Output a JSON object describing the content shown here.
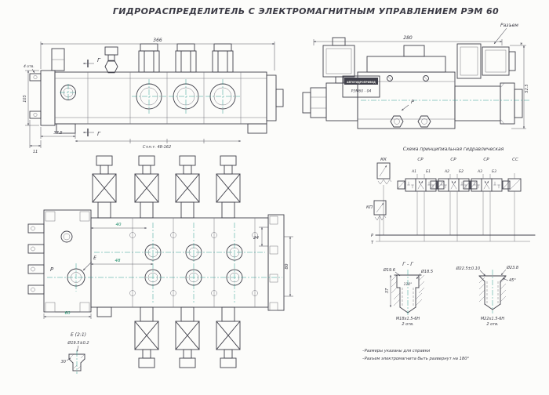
{
  "title": "ГИДРОРАСПРЕДЕЛИТЕЛЬ  С ЭЛЕКТРОМАГНИТНЫМ УПРАВЛЕНИЕМ РЭМ 60",
  "colors": {
    "line": "#40404a",
    "centerline": "#2a9d8f",
    "dim_accent": "#1e8e6a",
    "paper": "#fcfcfa"
  },
  "front_view": {
    "dim_total": "366",
    "dim_height": "105",
    "dim_offset": "37.5",
    "dim_edge": "11",
    "dim_pitch": "С+п.т. 48-162",
    "section_mark_top": "Г",
    "section_mark_bottom": "Г",
    "holes": "4 отв."
  },
  "side_view": {
    "dim_width": "280",
    "connector": "Разъем",
    "asterisk": "*",
    "dim_height": "52.5",
    "port_p": "Р",
    "nameplate_brand": "АВТОГИДРОПРИВОД",
    "nameplate_model": "РЭМ60 - 04"
  },
  "schematic": {
    "title": "Схема принципиальная гидравлическая",
    "labels": {
      "kk": "КК",
      "cp1": "СР",
      "cp2": "СР",
      "cp3": "СР",
      "cc": "СС",
      "kp": "КП"
    },
    "ports": [
      "А1",
      "Б1",
      "А2",
      "Б2",
      "А3",
      "Б3"
    ],
    "line_p": "Р",
    "line_t": "Т"
  },
  "top_view": {
    "dim_40": "40",
    "dim_48": "48",
    "dim_60": "60",
    "dim_24": "24",
    "dim_80": "80",
    "port_p": "Р",
    "detail_mark": "Е"
  },
  "detail_e": {
    "title": "Е (2:1)",
    "diameter": "Ø19.5±0.2",
    "dim_30": "30"
  },
  "detail_gg": {
    "label": "Г - Г",
    "dia_counterbore": "Ø19.6",
    "dia_thread": "Ø18.5",
    "dim_depth": "37",
    "angle": "110°",
    "thread": "М18х1.5-6Н",
    "holes": "2 отв."
  },
  "detail_m22": {
    "dia_counterbore": "Ø22.5±0.10",
    "dia_outer": "Ø23.8",
    "angle": "45°",
    "thread": "М22х1.5-6Н",
    "holes": "2 отв."
  },
  "notes": [
    "–Размеры указаны для справки",
    "–Разъем электромагнита быть развернут на 180°"
  ]
}
